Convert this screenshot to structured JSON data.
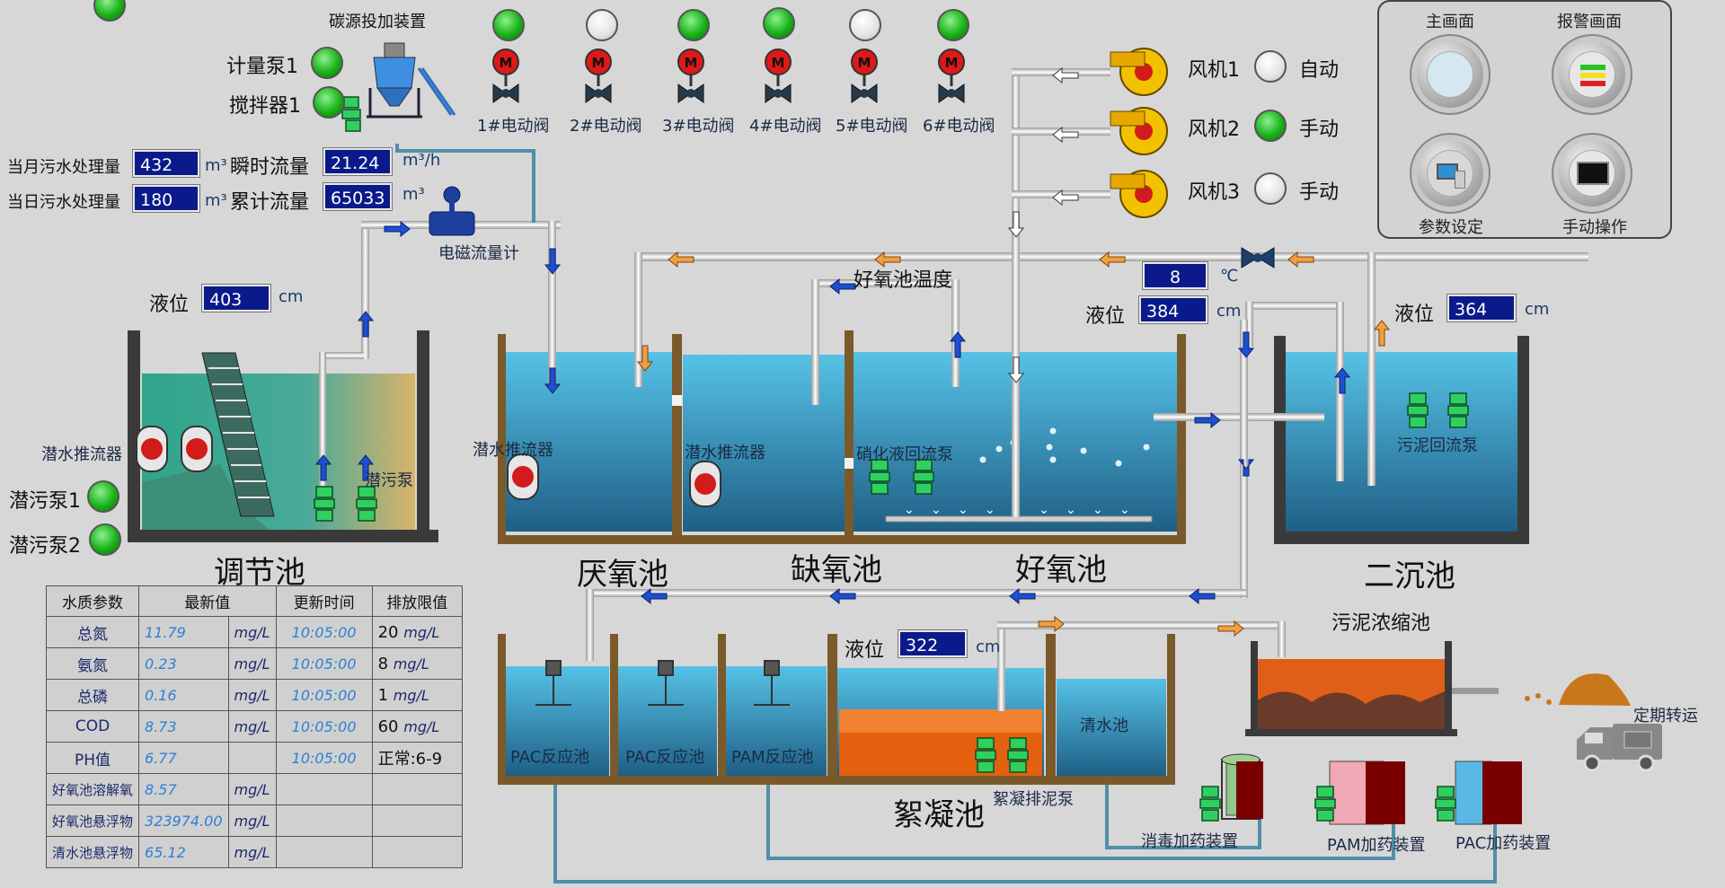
{
  "carbon_dosing": {
    "title": "碳源投加装置",
    "meter_pump": "计量泵1",
    "mixer": "搅拌器1"
  },
  "counters": {
    "month_label": "当月污水处理量",
    "month_value": "432",
    "month_unit": "m³",
    "day_label": "当日污水处理量",
    "day_value": "180",
    "day_unit": "m³",
    "instant_label": "瞬时流量",
    "instant_value": "21.24",
    "instant_unit": "m³/h",
    "total_label": "累计流量",
    "total_value": "65033",
    "total_unit": "m³"
  },
  "flowmeter": {
    "label": "电磁流量计"
  },
  "valves": [
    "1#电动阀",
    "2#电动阀",
    "3#电动阀",
    "4#电动阀",
    "5#电动阀",
    "6#电动阀"
  ],
  "valve_marker": "M",
  "valve_status": [
    "on",
    "off",
    "on",
    "on",
    "off",
    "on"
  ],
  "fans": [
    {
      "name": "风机1",
      "mode": "自动",
      "status": "off"
    },
    {
      "name": "风机2",
      "mode": "手动",
      "status": "on"
    },
    {
      "name": "风机3",
      "mode": "手动",
      "status": "off"
    }
  ],
  "nav": {
    "main": "主画面",
    "alarm": "报警画面",
    "params": "参数设定",
    "manual": "手动操作"
  },
  "level_label": "液位",
  "level_unit": "cm",
  "regulating_tank": {
    "title": "调节池",
    "level": "403",
    "pusher": "潜水推流器",
    "pump": "潜污泵",
    "pump1": "潜污泵1",
    "pump2": "潜污泵2"
  },
  "anaerobic": {
    "title": "厌氧池",
    "pusher": "潜水推流器"
  },
  "anoxic": {
    "title": "缺氧池",
    "pusher": "潜水推流器"
  },
  "aerobic": {
    "title": "好氧池",
    "temp_label": "好氧池温度",
    "temp_value": "8",
    "temp_unit": "℃",
    "level": "384",
    "return_pump": "硝化液回流泵"
  },
  "secondary": {
    "title": "二沉池",
    "level": "364",
    "return_pump": "污泥回流泵"
  },
  "sludge_thickener": {
    "title": "污泥浓缩池",
    "transport": "定期转运"
  },
  "coagulation": {
    "title": "絮凝池",
    "level": "322",
    "pac1": "PAC反应池",
    "pac2": "PAC反应池",
    "pam": "PAM反应池",
    "sludge_pump": "絮凝排泥泵",
    "clear": "清水池"
  },
  "dosing": {
    "disinfect": "消毒加药装置",
    "pam": "PAM加药装置",
    "pac": "PAC加药装置"
  },
  "quality_table": {
    "headers": [
      "水质参数",
      "最新值",
      "更新时间",
      "排放限值"
    ],
    "rows": [
      {
        "name": "总氮",
        "value": "11.79",
        "unit": "mg/L",
        "time": "10:05:00",
        "limit": "20",
        "limit_unit": "mg/L"
      },
      {
        "name": "氨氮",
        "value": "0.23",
        "unit": "mg/L",
        "time": "10:05:00",
        "limit": "8",
        "limit_unit": "mg/L"
      },
      {
        "name": "总磷",
        "value": "0.16",
        "unit": "mg/L",
        "time": "10:05:00",
        "limit": "1",
        "limit_unit": "mg/L"
      },
      {
        "name": "COD",
        "value": "8.73",
        "unit": "mg/L",
        "time": "10:05:00",
        "limit": "60",
        "limit_unit": "mg/L"
      },
      {
        "name": "PH值",
        "value": "6.77",
        "unit": "",
        "time": "10:05:00",
        "limit": "正常:6-9",
        "limit_unit": ""
      },
      {
        "name": "好氧池溶解氧",
        "value": "8.57",
        "unit": "mg/L",
        "time": "",
        "limit": "",
        "limit_unit": ""
      },
      {
        "name": "好氧池悬浮物",
        "value": "323974.00",
        "unit": "mg/L",
        "time": "",
        "limit": "",
        "limit_unit": ""
      },
      {
        "name": "清水池悬浮物",
        "value": "65.12",
        "unit": "mg/L",
        "time": "",
        "limit": "",
        "limit_unit": ""
      }
    ]
  },
  "colors": {
    "water": "#4aa9cf",
    "pipe": "#f2f2f2",
    "tank_wall": "#7a5a2a",
    "lamp_on": "#19b319",
    "accent_blue": "#0b1a8a"
  }
}
